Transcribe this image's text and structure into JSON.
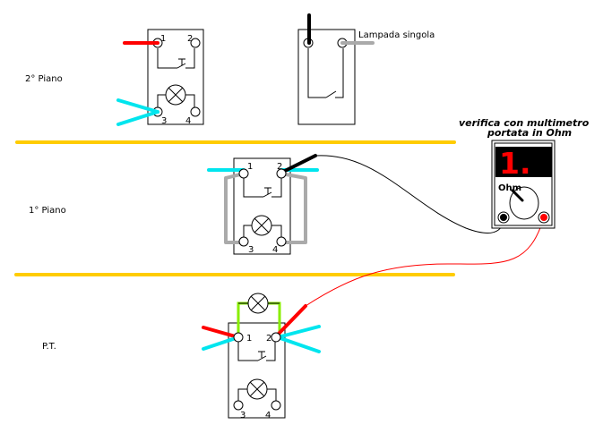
{
  "floors": {
    "second": "2° Piano",
    "first": "1° Piano",
    "ground": "P.T."
  },
  "single_lamp_label": "Lampada singola",
  "multimeter": {
    "title_line1": "verifica con multimetro",
    "title_line2": "portata in Ohm",
    "display": "1.",
    "range": "Ohm"
  },
  "terminals": [
    "1",
    "2",
    "3",
    "4"
  ],
  "colors": {
    "floor_line": "#ffcc00",
    "phase": "#ff0000",
    "neutral_cyan": "#00e5ee",
    "lamp_return": "#aaaaaa",
    "jumper": "#88ee00",
    "probe_black": "#000000",
    "probe_red": "#ff0000",
    "display_bg": "#000000",
    "display_digit": "#ff0000"
  }
}
